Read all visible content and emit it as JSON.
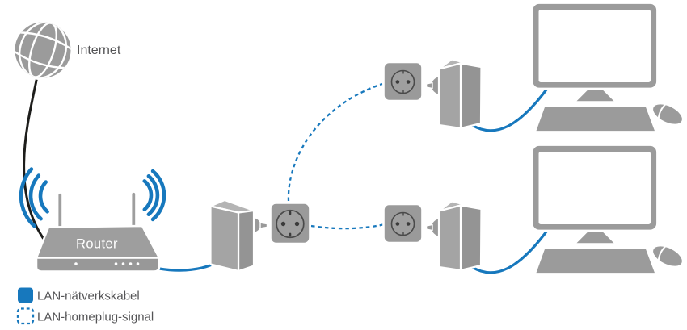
{
  "diagram": {
    "background": "#ffffff",
    "labels": {
      "internet": "Internet",
      "router": "Router"
    },
    "legend": {
      "items": [
        {
          "id": "lan-cable",
          "style": "solid",
          "color": "#1778bd",
          "label": "LAN-nätverkskabel"
        },
        {
          "id": "homeplug-signal",
          "style": "dashed",
          "color": "#1778bd",
          "label": "LAN-homeplug-signal"
        }
      ]
    },
    "colors": {
      "accent_blue": "#1778bd",
      "cable_black": "#1d1d1b",
      "device_gray": "#9b9b9b",
      "device_gray_dark": "#949494",
      "device_gray_light": "#b4b4b4",
      "socket_detail": "#3b3b3b",
      "outline_white": "#ffffff",
      "text": "#545456",
      "screen_white": "#ffffff"
    },
    "components": [
      {
        "id": "internet-globe",
        "type": "internet-cloud"
      },
      {
        "id": "router",
        "type": "wifi-router",
        "wifi_active": true
      },
      {
        "id": "powerline-adapter-1",
        "type": "powerline-adapter"
      },
      {
        "id": "wall-socket-middle",
        "type": "wall-socket"
      },
      {
        "id": "wall-socket-top",
        "type": "wall-socket"
      },
      {
        "id": "powerline-adapter-2",
        "type": "powerline-adapter"
      },
      {
        "id": "computer-1",
        "type": "desktop-computer"
      },
      {
        "id": "wall-socket-bottom",
        "type": "wall-socket"
      },
      {
        "id": "powerline-adapter-3",
        "type": "powerline-adapter"
      },
      {
        "id": "computer-2",
        "type": "desktop-computer"
      }
    ],
    "connections": [
      {
        "from": "internet-globe",
        "to": "router",
        "kind": "internet-line",
        "line": "solid-black"
      },
      {
        "from": "router",
        "to": "powerline-adapter-1",
        "kind": "lan-cable",
        "line": "solid-blue"
      },
      {
        "from": "powerline-adapter-1",
        "to": "wall-socket-middle",
        "kind": "plugged-in",
        "line": "none"
      },
      {
        "from": "wall-socket-middle",
        "to": "wall-socket-top",
        "kind": "homeplug-signal",
        "line": "dashed-blue"
      },
      {
        "from": "wall-socket-middle",
        "to": "wall-socket-bottom",
        "kind": "homeplug-signal",
        "line": "dashed-blue"
      },
      {
        "from": "powerline-adapter-2",
        "to": "wall-socket-top",
        "kind": "plugged-in",
        "line": "none"
      },
      {
        "from": "powerline-adapter-2",
        "to": "computer-1",
        "kind": "lan-cable",
        "line": "solid-blue"
      },
      {
        "from": "powerline-adapter-3",
        "to": "wall-socket-bottom",
        "kind": "plugged-in",
        "line": "none"
      },
      {
        "from": "powerline-adapter-3",
        "to": "computer-2",
        "kind": "lan-cable",
        "line": "solid-blue"
      }
    ]
  }
}
